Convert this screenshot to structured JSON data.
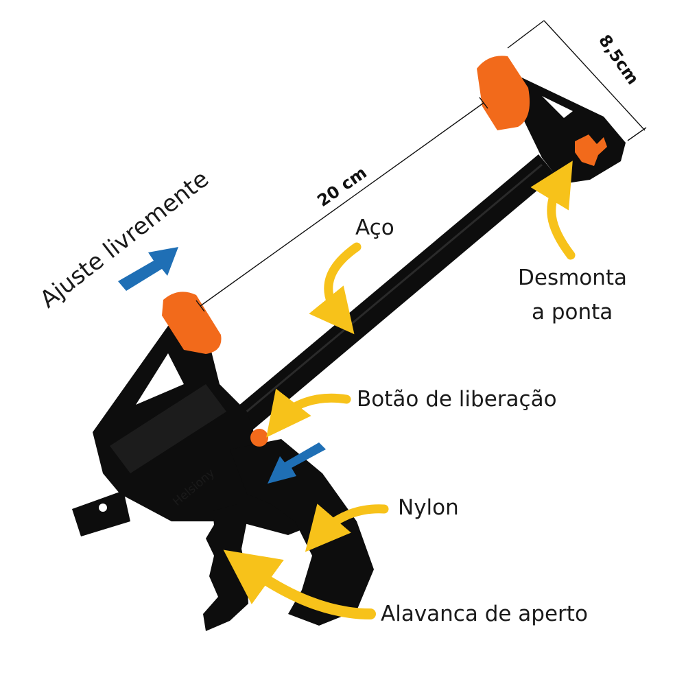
{
  "colors": {
    "body": "#0d0d0d",
    "orange": "#f26a1b",
    "yellow_arrow": "#f7c21a",
    "blue_arrow": "#1f6fb5",
    "text": "#1a1a1a"
  },
  "brand": "Helsiony",
  "dimensions": {
    "length": "20 cm",
    "depth": "8,5cm"
  },
  "headline": "Ajuste livremente",
  "labels": {
    "steel": "Aço",
    "detach_line1": "Desmonta",
    "detach_line2": "a ponta",
    "release": "Botão de liberação",
    "nylon": "Nylon",
    "lever": "Alavanca de aperto"
  }
}
